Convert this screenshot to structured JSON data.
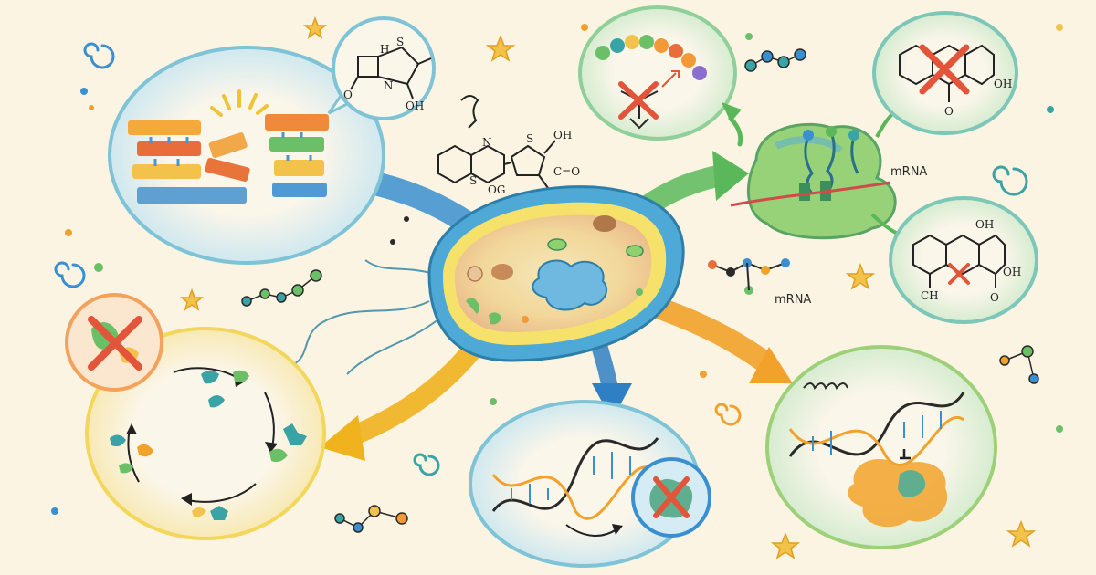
{
  "colors": {
    "background": "#fbf4e3",
    "cell_wall_arrow": "#3a8fd0",
    "protein_arrow": "#5bb85a",
    "dna_arrow": "#2f7fc4",
    "metabolism_arrow": "#f0b21d",
    "folate_arrow": "#f2a22a",
    "inhibition_cross": "#e2553a",
    "ink": "#2a2a2a"
  },
  "labels": {
    "ribosome_mrna": "mRNA",
    "floating_mrna": "mRNA"
  },
  "chemistry": {
    "penicillin_s": "S",
    "penicillin_h": "H",
    "penicillin_n": "N",
    "penicillin_o": "O",
    "penicillin_oh": "OH",
    "cephalo_n": "N",
    "cephalo_s": "S",
    "cephalo_s2": "S",
    "cephalo_oh": "OH",
    "cephalo_co": "C=O",
    "cephalo_og": "OG",
    "tetra_top_oh": "OH",
    "tetra_top_o": "O",
    "tetra_bottom_oh_a": "OH",
    "tetra_bottom_oh_b": "OH",
    "tetra_bottom_ch": "CH",
    "tetra_bottom_o": "O"
  },
  "icons": [
    "bacterium-icon",
    "cell-wall-icon",
    "ribosome-icon",
    "dna-helix-icon",
    "enzyme-icon",
    "inhibition-cross-icon",
    "molecule-icon",
    "star-icon",
    "swirl-icon"
  ]
}
